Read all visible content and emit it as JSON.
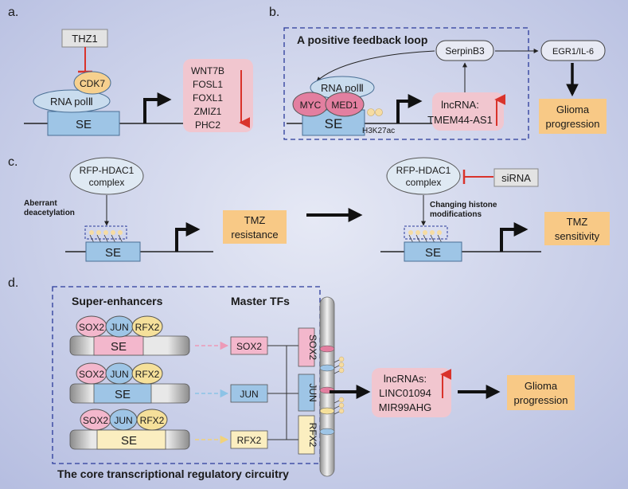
{
  "panels": {
    "a": {
      "label": "a.",
      "inhibitor": "THZ1",
      "kinase": "CDK7",
      "polymerase": "RNA polⅡ",
      "enhancer": "SE",
      "genes": [
        "WNT7B",
        "FOSL1",
        "FOXL1",
        "ZMIZ1",
        "PHC2"
      ]
    },
    "b": {
      "label": "b.",
      "loop_title": "A positive feedback loop",
      "serpin": "SerpinB3",
      "egr": "EGR1/IL-6",
      "polymerase": "RNA polⅡ",
      "myc": "MYC",
      "med": "MED1",
      "enhancer": "SE",
      "mark": "H3K27ac",
      "lnc_line1": "lncRNA:",
      "lnc_line2": "TMEM44-AS1",
      "outcome_line1": "Glioma",
      "outcome_line2": "progression"
    },
    "c": {
      "label": "c.",
      "complex_line1": "RFP-HDAC1",
      "complex_line2": "complex",
      "aberrant_line1": "Aberrant",
      "aberrant_line2": "deacetylation",
      "enhancer": "SE",
      "resistance_line1": "TMZ",
      "resistance_line2": "resistance",
      "complex2_line1": "RFP-HDAC1",
      "complex2_line2": "complex",
      "sirna": "siRNA",
      "changing_line1": "Changing histone",
      "changing_line2": "modifications",
      "enhancer2": "SE",
      "sensitivity_line1": "TMZ",
      "sensitivity_line2": "sensitivity"
    },
    "d": {
      "label": "d.",
      "super_enhancers": "Super-enhancers",
      "master_tfs": "Master TFs",
      "tf1": "SOX2",
      "tf2": "JUN",
      "tf3": "RFX2",
      "enhancer": "SE",
      "box_sox2": "SOX2",
      "box_jun": "JUN",
      "box_rfx2": "RFX2",
      "bar_sox2": "SOX2",
      "bar_jun": "JUN",
      "bar_rfx2": "RFX2",
      "lnc_line1": "lncRNAs:",
      "lnc_line2": "LINC01094",
      "lnc_line3": "MIR99AHG",
      "outcome_line1": "Glioma",
      "outcome_line2": "progression",
      "circuitry": "The core transcriptional regulatory circuitry"
    }
  },
  "colors": {
    "background_center": "#dfe3f3",
    "background_edge": "#b8c0e2",
    "se_blue": "#9ec5e6",
    "kinase": "#f6d08e",
    "pol": "#c9dcee",
    "myc": "#e37fa0",
    "inhibit": "#d9332b",
    "orange_box": "#f8c986",
    "pink_box": "#f1c6cf",
    "loop_border": "#2a3a9a",
    "nucleosome": "#f6dca2"
  }
}
